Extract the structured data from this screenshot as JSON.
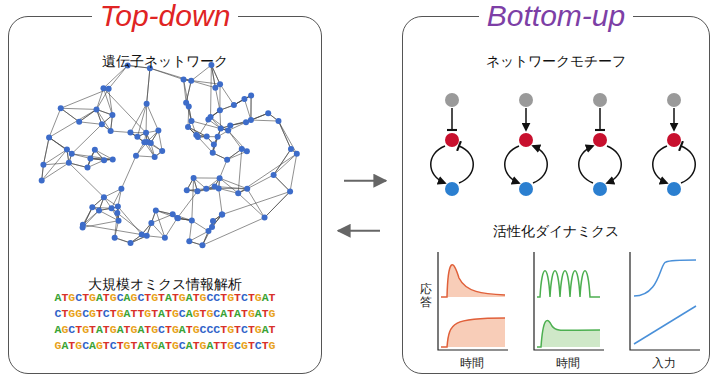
{
  "diagram": {
    "nodes": [
      {
        "text": [
          "Top-down",
          "遺伝子ネットワーク",
          "大規模オミクス情報解析"
        ]
      },
      {
        "text": [
          "Bottom-up",
          "ネットワークモチーフ",
          "活性化ダイナミクス"
        ]
      }
    ],
    "edges": [
      {
        "from": 0,
        "to": 1,
        "arrow": "to"
      },
      {
        "from": 1,
        "to": 0,
        "arrow": "to"
      }
    ],
    "labels": [
      "ATGCTGATGCAGCTGTATGATGCCTGTCTGAT",
      "CTGGCGTCTGATTGTATGCAGTGCATATGATG",
      "AGCTGTATGATGATGCTGATGCCCTGTCTGAT",
      "GATGCAGTCTGTATGATGCATGATTGCGTCTG",
      "応答",
      "時間",
      "時間",
      "入力"
    ]
  }
}
